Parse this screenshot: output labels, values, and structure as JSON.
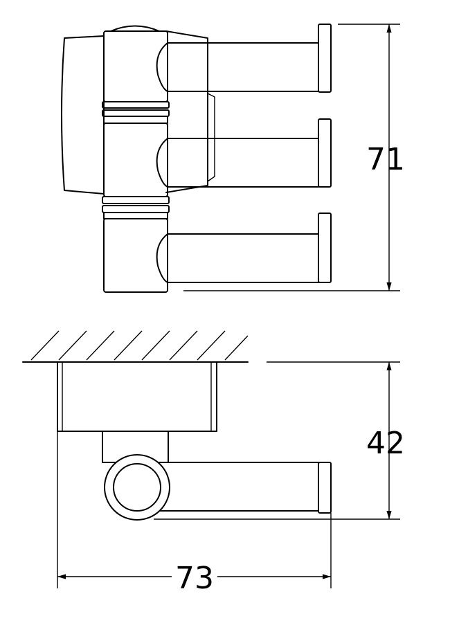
{
  "dimensions": {
    "height_front": "71",
    "depth_side": "42",
    "width_side": "73"
  }
}
